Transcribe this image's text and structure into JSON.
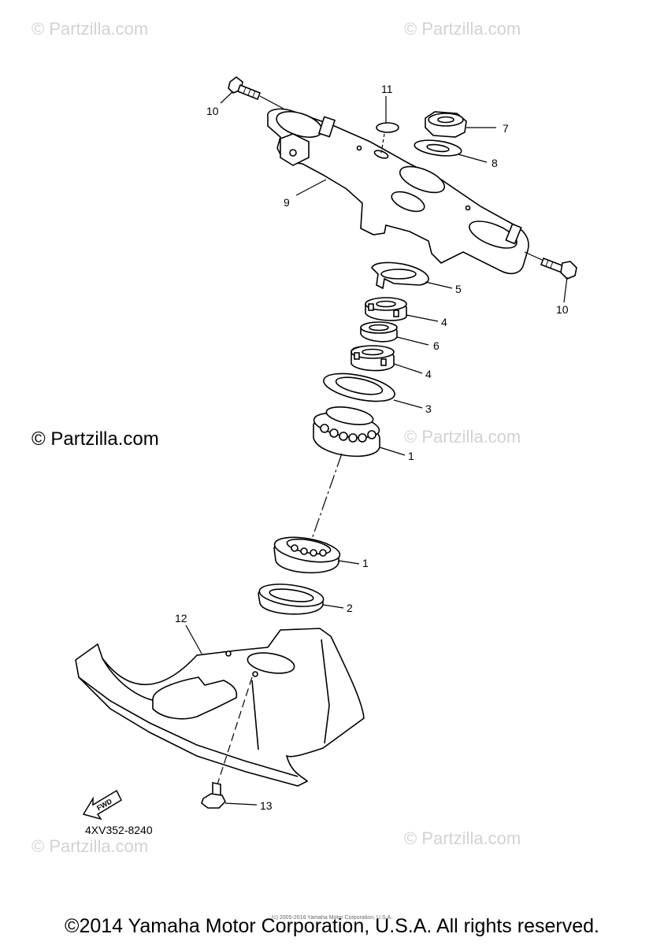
{
  "diagram": {
    "part_code": "4XV352-8240",
    "fwd_label": "FWD",
    "callouts": {
      "c1a": "1",
      "c1b": "1",
      "c2": "2",
      "c3": "3",
      "c4a": "4",
      "c4b": "4",
      "c5": "5",
      "c6": "6",
      "c7": "7",
      "c8": "8",
      "c9": "9",
      "c10a": "10",
      "c10b": "10",
      "c11": "11",
      "c12": "12",
      "c13": "13"
    }
  },
  "watermarks": {
    "tl": "© Partzilla.com",
    "tr": "© Partzilla.com",
    "mid_left": "© Partzilla.com",
    "mid_right": "© Partzilla.com",
    "bl": "© Partzilla.com",
    "br": "© Partzilla.com"
  },
  "footer": {
    "copyright": "©2014 Yamaha Motor Corporation, U.S.A. All rights reserved.",
    "small_print": "(c) 2005-2016 Yamaha Motor Corporation, U.S.A."
  }
}
